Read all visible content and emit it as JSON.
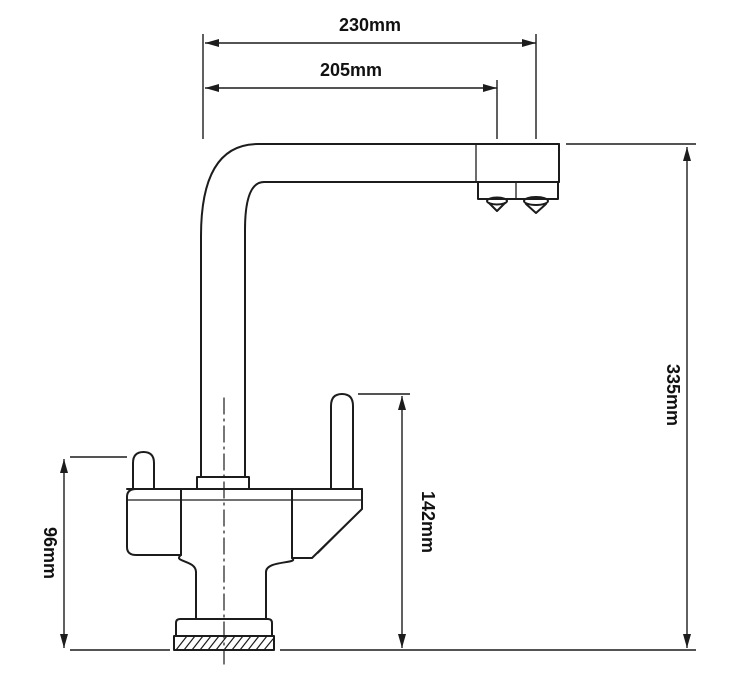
{
  "page": {
    "background_color": "#ffffff"
  },
  "diagram": {
    "kind": "technical dimension drawing",
    "subject": "two-handle kitchen mixer faucet, side view",
    "line_color": "#1c1c1c",
    "text_color": "#111111",
    "labels": {
      "d230": "230mm",
      "d205": "205mm",
      "d335": "335mm",
      "d142": "142mm",
      "d96": "96mm"
    }
  }
}
